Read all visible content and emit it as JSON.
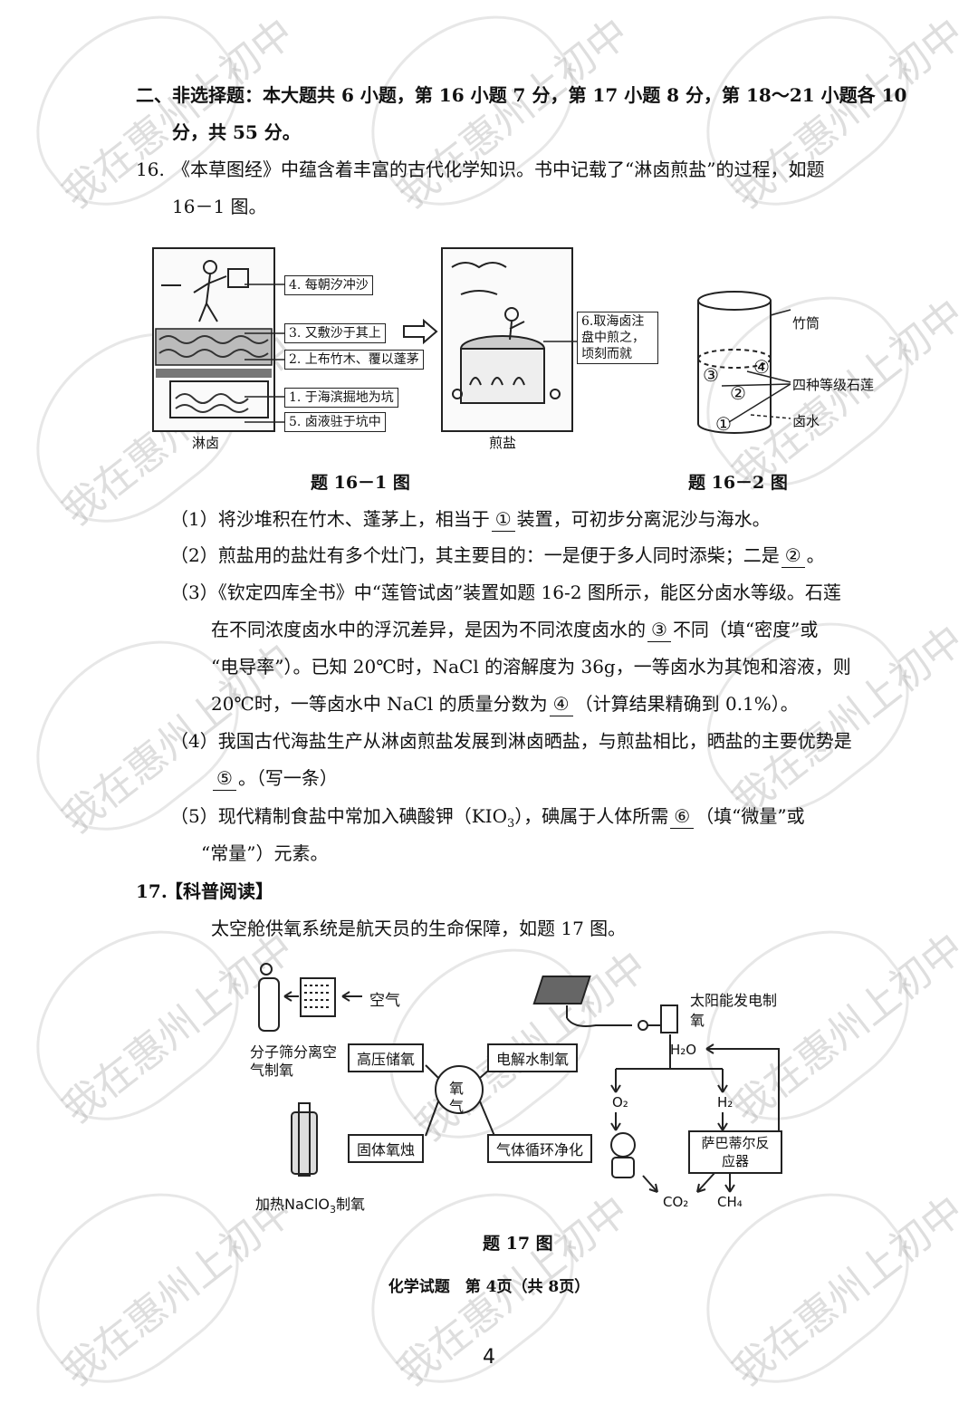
{
  "section2": {
    "line1": "二、非选择题：本大题共 6 小题，第 16 小题 7 分，第 17 小题 8 分，第 18～21 小题各 10",
    "line2": "分，共 55 分。"
  },
  "q16": {
    "number": "16.",
    "stem_line1": "《本草图经》中蕴含着丰富的古代化学知识。书中记载了“淋卤煎盐”的过程，如题",
    "stem_line2": "16－1 图。",
    "fig1": {
      "labels": [
        "4. 每朝汐冲沙",
        "3. 又敷沙于其上",
        "2. 上布竹木、覆以蓬茅",
        "1. 于海滨掘地为坑",
        "5. 卤液驻于坑中"
      ],
      "left_caption": "淋卤",
      "right_caption": "煎盐",
      "right_label": "6.取海卤注盘中煎之，顷刻而就",
      "caption": "题 16－1 图"
    },
    "fig2": {
      "label_top": "竹筒",
      "label_mid": "四种等级石莲",
      "label_bot": "卤水",
      "numbers": [
        "①",
        "②",
        "③",
        "④"
      ],
      "caption": "题 16－2 图"
    },
    "sub1": {
      "pre": "（1）将沙堆积在竹木、蓬茅上，相当于",
      "ans": "①",
      "post": "装置，可初步分离泥沙与海水。"
    },
    "sub2": {
      "pre": "（2）煎盐用的盐灶有多个灶门，其主要目的：一是便于多人同时添柴；二是",
      "ans": "②",
      "post": "。"
    },
    "sub3": {
      "line1": "（3）《钦定四库全书》中“莲管试卤”装置如题 16-2 图所示，能区分卤水等级。石莲",
      "line2_pre": "在不同浓度卤水中的浮沉差异，是因为不同浓度卤水的",
      "line2_ans": "③",
      "line2_post": "不同（填“密度”或",
      "line3": "“电导率”）。已知 20℃时，NaCl 的溶解度为 36g，一等卤水为其饱和溶液，则",
      "line4_pre": "20℃时，一等卤水中 NaCl 的质量分数为",
      "line4_ans": "④",
      "line4_post": "（计算结果精确到 0.1%）。"
    },
    "sub4": {
      "line1": "（4）我国古代海盐生产从淋卤煎盐发展到淋卤晒盐，与煎盐相比，晒盐的主要优势是",
      "line2_ans": "⑤",
      "line2_post": "。（写一条）"
    },
    "sub5": {
      "line1_pre": "（5）现代精制食盐中常加入碘酸钾（KIO",
      "line1_sub": "3",
      "line1_mid": "），碘属于人体所需",
      "line1_ans": "⑥",
      "line1_post": "（填“微量”或",
      "line2": "“常量”）元素。"
    }
  },
  "q17": {
    "number": "17.",
    "title": "【科普阅读】",
    "stem": "太空舱供氧系统是航天员的生命保障，如题 17 图。",
    "fig": {
      "air": "空气",
      "sieve": "分子筛分离空气制氧",
      "heat": "加热NaClO",
      "heat_sub": "3",
      "heat_post": "制氧",
      "solar": "太阳能发电制氧",
      "center": "氧气",
      "boxes": [
        "高压储氧",
        "电解水制氧",
        "固体氧烛",
        "气体循环净化"
      ],
      "h2o": "H₂O",
      "o2": "O₂",
      "h2": "H₂",
      "sabatier": "萨巴蒂尔反应器",
      "co2": "CO₂",
      "ch4": "CH₄",
      "caption": "题 17 图"
    }
  },
  "footer": "化学试题　第 4页（共 8页）",
  "page_number": "4",
  "watermark": "我在惠州上初中"
}
